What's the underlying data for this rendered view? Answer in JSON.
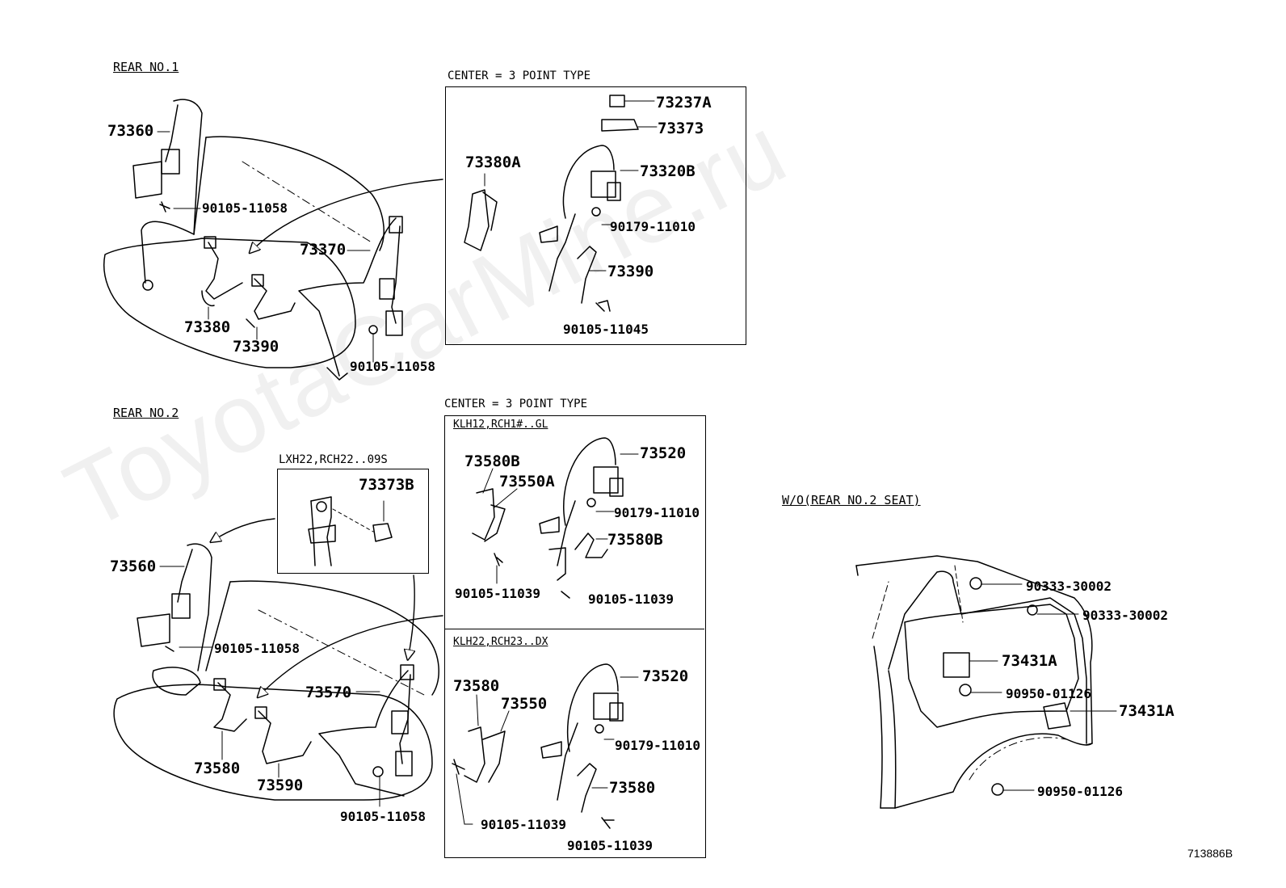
{
  "sections": {
    "rear1": {
      "title": "REAR NO.1"
    },
    "rear1_center": {
      "title": "CENTER = 3 POINT TYPE"
    },
    "rear2": {
      "title": "REAR NO.2"
    },
    "rear2_center": {
      "title": "CENTER = 3 POINT TYPE",
      "sub1": "KLH12,RCH1#..GL",
      "sub2": "KLH22,RCH23..DX"
    },
    "rear2_inset": {
      "title": "LXH22,RCH22..09S"
    },
    "wo_rear2": {
      "title": "W/O(REAR NO.2 SEAT)"
    }
  },
  "parts": {
    "p73360": "73360",
    "p90105_11058_a": "90105-11058",
    "p73370": "73370",
    "p73380": "73380",
    "p73390_a": "73390",
    "p90105_11058_b": "90105-11058",
    "p73237A": "73237A",
    "p73373": "73373",
    "p73380A": "73380A",
    "p73320B": "73320B",
    "p90179_11010_a": "90179-11010",
    "p73390_b": "73390",
    "p90105_11045": "90105-11045",
    "p73373B": "73373B",
    "p73560": "73560",
    "p90105_11058_c": "90105-11058",
    "p73570": "73570",
    "p73580_a": "73580",
    "p73590": "73590",
    "p90105_11058_d": "90105-11058",
    "p73580B_a": "73580B",
    "p73550A": "73550A",
    "p73520_a": "73520",
    "p90179_11010_b": "90179-11010",
    "p73580B_b": "73580B",
    "p90105_11039_a": "90105-11039",
    "p90105_11039_b": "90105-11039",
    "p73580_b": "73580",
    "p73550": "73550",
    "p73520_b": "73520",
    "p90179_11010_c": "90179-11010",
    "p73580_c": "73580",
    "p90105_11039_c": "90105-11039",
    "p90105_11039_d": "90105-11039",
    "p90333_30002_a": "90333-30002",
    "p90333_30002_b": "90333-30002",
    "p73431A_a": "73431A",
    "p90950_01126_a": "90950-01126",
    "p73431A_b": "73431A",
    "p90950_01126_b": "90950-01126"
  },
  "diagram_ref": "713886B",
  "watermark": "ToyotaCarMine.ru"
}
